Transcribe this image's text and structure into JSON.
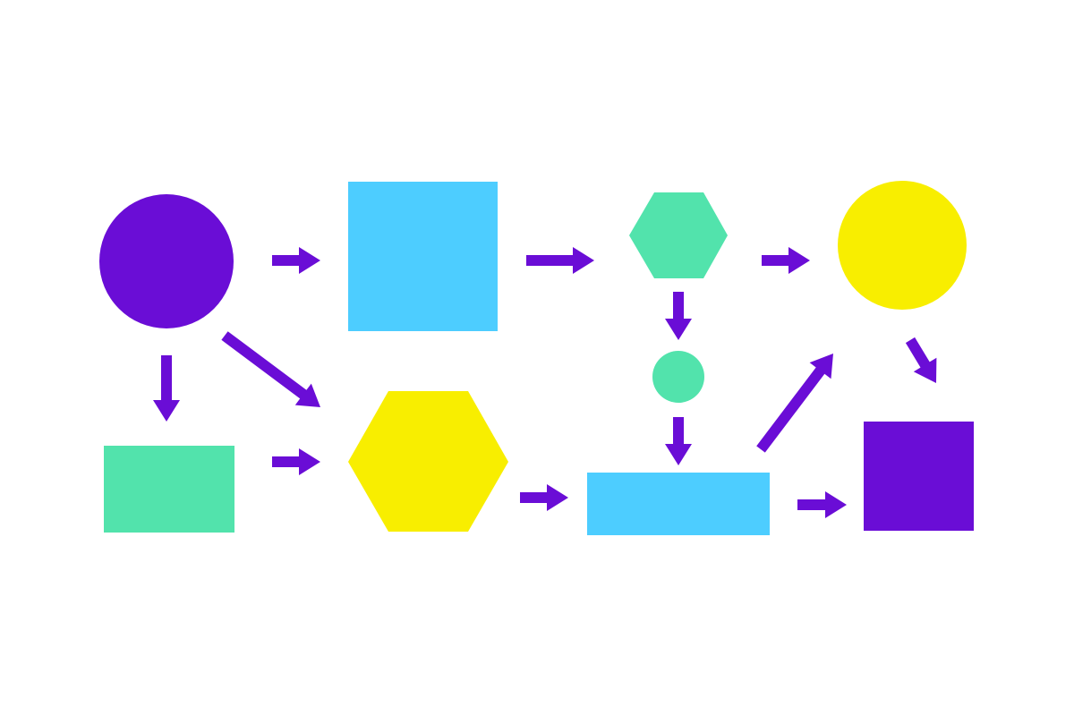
{
  "colors": {
    "purple": "#6a0dd6",
    "blue": "#4dcdff",
    "green": "#52e3ac",
    "yellow": "#f8ee00",
    "arrow": "#6a0dd6",
    "background": "#ffffff"
  },
  "nodes": [
    {
      "id": "n1",
      "shape": "circle",
      "color": "purple"
    },
    {
      "id": "n2",
      "shape": "square",
      "color": "blue"
    },
    {
      "id": "n3",
      "shape": "hexagon",
      "color": "green"
    },
    {
      "id": "n4",
      "shape": "circle",
      "color": "yellow"
    },
    {
      "id": "n5",
      "shape": "circle",
      "color": "green"
    },
    {
      "id": "n6",
      "shape": "rectangle",
      "color": "green"
    },
    {
      "id": "n7",
      "shape": "hexagon",
      "color": "yellow"
    },
    {
      "id": "n8",
      "shape": "rectangle",
      "color": "blue"
    },
    {
      "id": "n9",
      "shape": "square",
      "color": "purple"
    }
  ],
  "edges": [
    [
      "n1",
      "n2"
    ],
    [
      "n2",
      "n3"
    ],
    [
      "n3",
      "n4"
    ],
    [
      "n1",
      "n6"
    ],
    [
      "n1",
      "n7"
    ],
    [
      "n6",
      "n7"
    ],
    [
      "n3",
      "n5"
    ],
    [
      "n5",
      "n8"
    ],
    [
      "n7",
      "n8"
    ],
    [
      "n8",
      "n4"
    ],
    [
      "n4",
      "n9"
    ],
    [
      "n8",
      "n9"
    ]
  ]
}
